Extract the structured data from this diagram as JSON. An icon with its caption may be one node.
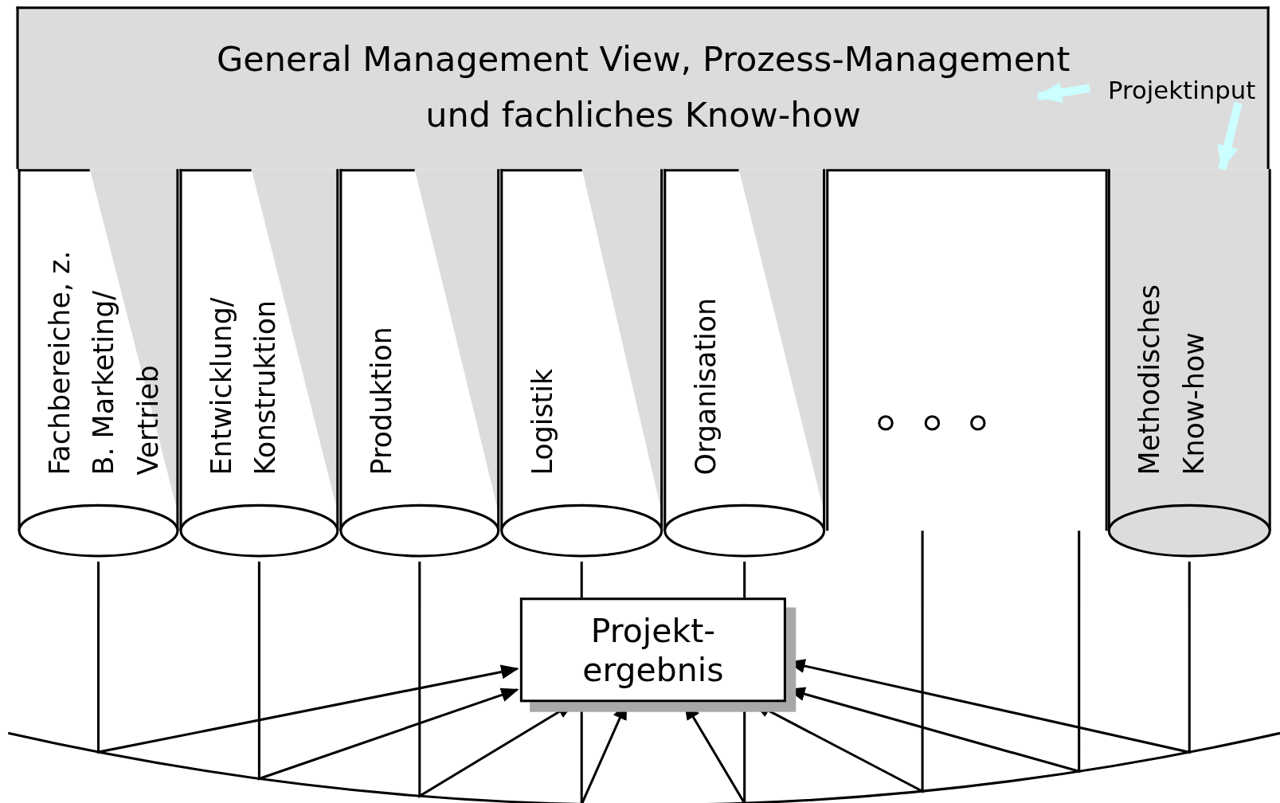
{
  "diagram": {
    "nodes": [
      {
        "text": [
          "General Management View, Prozess-Management und fachliches Know-how"
        ]
      },
      {
        "text": [
          "Fachbereiche, z. B. Marketing/ Vertrieb"
        ]
      },
      {
        "text": [
          "Entwicklung/ Konstruktion"
        ]
      },
      {
        "text": [
          "Produktion"
        ]
      },
      {
        "text": [
          "Logistik"
        ]
      },
      {
        "text": [
          "Organisation"
        ]
      },
      {
        "text": [],
        "shape": "box"
      },
      {
        "text": [
          "Methodisches Know-how"
        ]
      },
      {
        "text": [
          "Projekt- ergebnis"
        ]
      },
      {
        "text": [
          "Projektinput"
        ],
        "in": 0
      }
    ],
    "edges": [
      {
        "from": 1,
        "to": 8,
        "arrow": "to"
      },
      {
        "from": 2,
        "to": 8,
        "arrow": "to"
      },
      {
        "from": 3,
        "to": 8,
        "arrow": "to"
      },
      {
        "from": 4,
        "to": 8,
        "arrow": "to"
      },
      {
        "from": 5,
        "to": 8,
        "arrow": "to"
      },
      {
        "from": 6,
        "to": 8,
        "arrow": "to"
      },
      {
        "from": 6,
        "to": 8,
        "arrow": "to"
      },
      {
        "from": 7,
        "to": 8,
        "arrow": "to"
      },
      {
        "from": 9,
        "to": null,
        "arrow": "to",
        "style": "thick",
        "color": "#ccffff"
      },
      {
        "from": 9,
        "to": 7,
        "arrow": "to",
        "style": "thick",
        "color": "#ccffff"
      }
    ]
  }
}
